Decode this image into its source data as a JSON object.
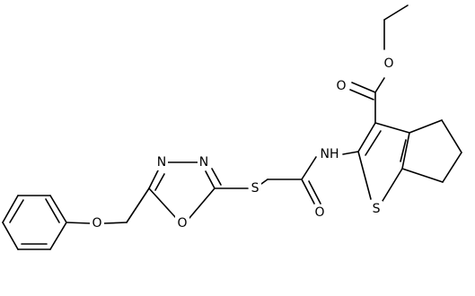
{
  "structure": {
    "atoms": [
      {
        "id": "O_carbonyl_ester",
        "label": "O"
      },
      {
        "id": "O_ester",
        "label": "O"
      },
      {
        "id": "NH",
        "label": "NH"
      },
      {
        "id": "S_thiophene",
        "label": "S"
      },
      {
        "id": "O_amide",
        "label": "O"
      },
      {
        "id": "S_thioether",
        "label": "S"
      },
      {
        "id": "N_3",
        "label": "N"
      },
      {
        "id": "N_4",
        "label": "N"
      },
      {
        "id": "O_oxadiazole",
        "label": "O"
      },
      {
        "id": "O_phenoxy",
        "label": "O"
      }
    ]
  }
}
